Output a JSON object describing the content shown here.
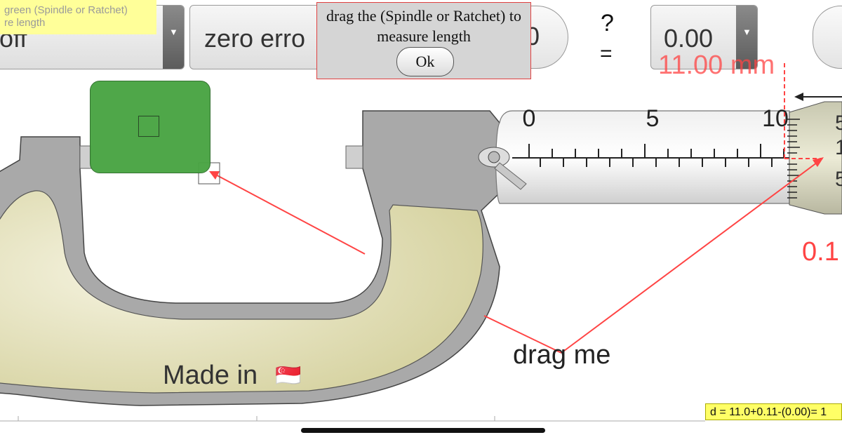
{
  "toolbar": {
    "dropdown_1_value": "/off",
    "dropdown_2_value": "zero erro",
    "pill_1_partial": "0",
    "question_mark": "?",
    "equals_sign": "=",
    "result_value": "0.00"
  },
  "tooltip": {
    "line1": "green (Spindle or Ratchet)",
    "line2": "re length"
  },
  "dialog": {
    "message": "drag the (Spindle or Ratchet) to measure length",
    "ok_label": "Ok"
  },
  "scale": {
    "main_labels": [
      "0",
      "5",
      "10"
    ],
    "thimble_labels": [
      "5",
      "1",
      "5"
    ],
    "reading_main": "11.00 mm",
    "reading_thimble_partial": "0.1"
  },
  "labels": {
    "made_in": "Made in",
    "flag": "🇸🇬",
    "drag_me": "drag me"
  },
  "status": {
    "formula": "d = 11.0+0.11-(0.00)= 1"
  },
  "colors": {
    "accent_red": "#ff4444",
    "green_block": "#4aa544",
    "frame_gray": "#a9a9a9",
    "frame_fill": "#d6d3a4",
    "status_yellow": "#ffff66"
  }
}
